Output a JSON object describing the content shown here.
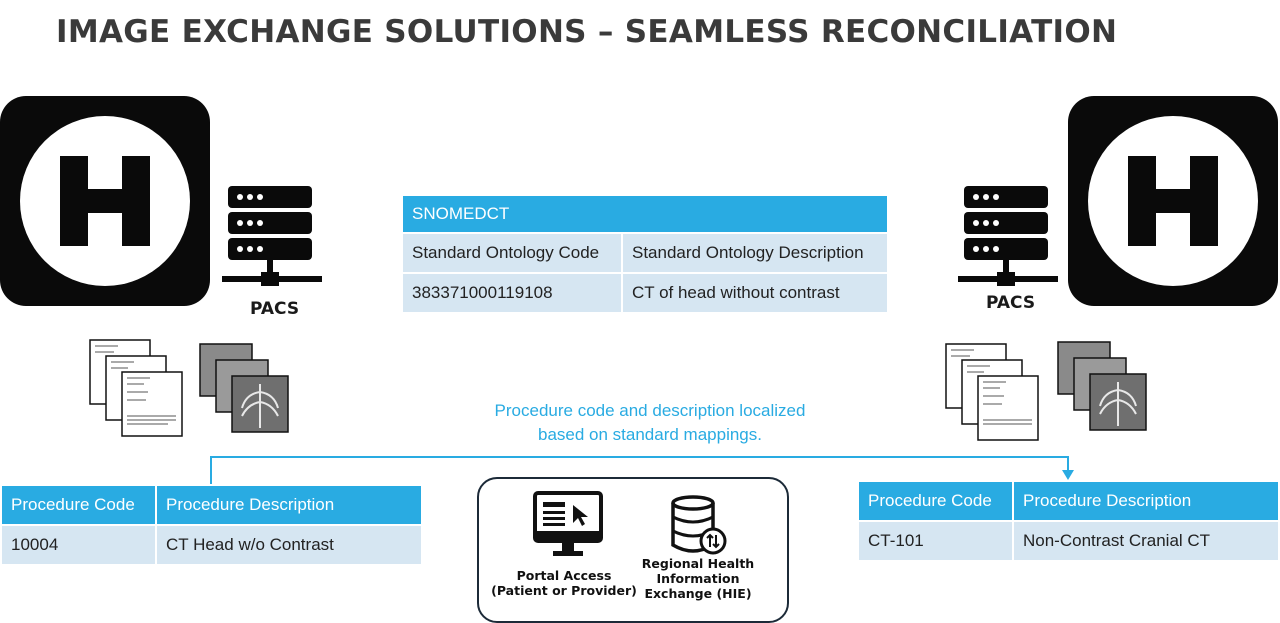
{
  "title": "IMAGE EXCHANGE SOLUTIONS – SEAMLESS RECONCILIATION",
  "left_site": {
    "icon": "hospital-icon",
    "pacs_label": "PACS",
    "table": {
      "headers": [
        "Procedure Code",
        "Procedure Description"
      ],
      "row": [
        "10004",
        "CT Head w/o Contrast"
      ]
    }
  },
  "right_site": {
    "icon": "hospital-icon",
    "pacs_label": "PACS",
    "table": {
      "headers": [
        "Procedure Code",
        "Procedure Description"
      ],
      "row": [
        "CT-101",
        "Non-Contrast Cranial CT"
      ]
    }
  },
  "snomed": {
    "title": "SNOMEDCT",
    "headers": [
      "Standard Ontology Code",
      "Standard Ontology Description"
    ],
    "row": [
      "383371000119108",
      "CT of head without contrast"
    ]
  },
  "caption": {
    "line1": "Procedure code and description localized",
    "line2": "based on standard mappings."
  },
  "exchange": {
    "portal": {
      "icon": "computer-monitor-icon",
      "line1": "Portal Access",
      "line2": "(Patient or Provider)"
    },
    "hie": {
      "icon": "database-exchange-icon",
      "line1": "Regional Health",
      "line2": "Information",
      "line3": "Exchange (HIE)"
    }
  },
  "colors": {
    "accent": "#29abe2",
    "row_fill": "#d6e6f2",
    "title": "#3a3a3a"
  }
}
